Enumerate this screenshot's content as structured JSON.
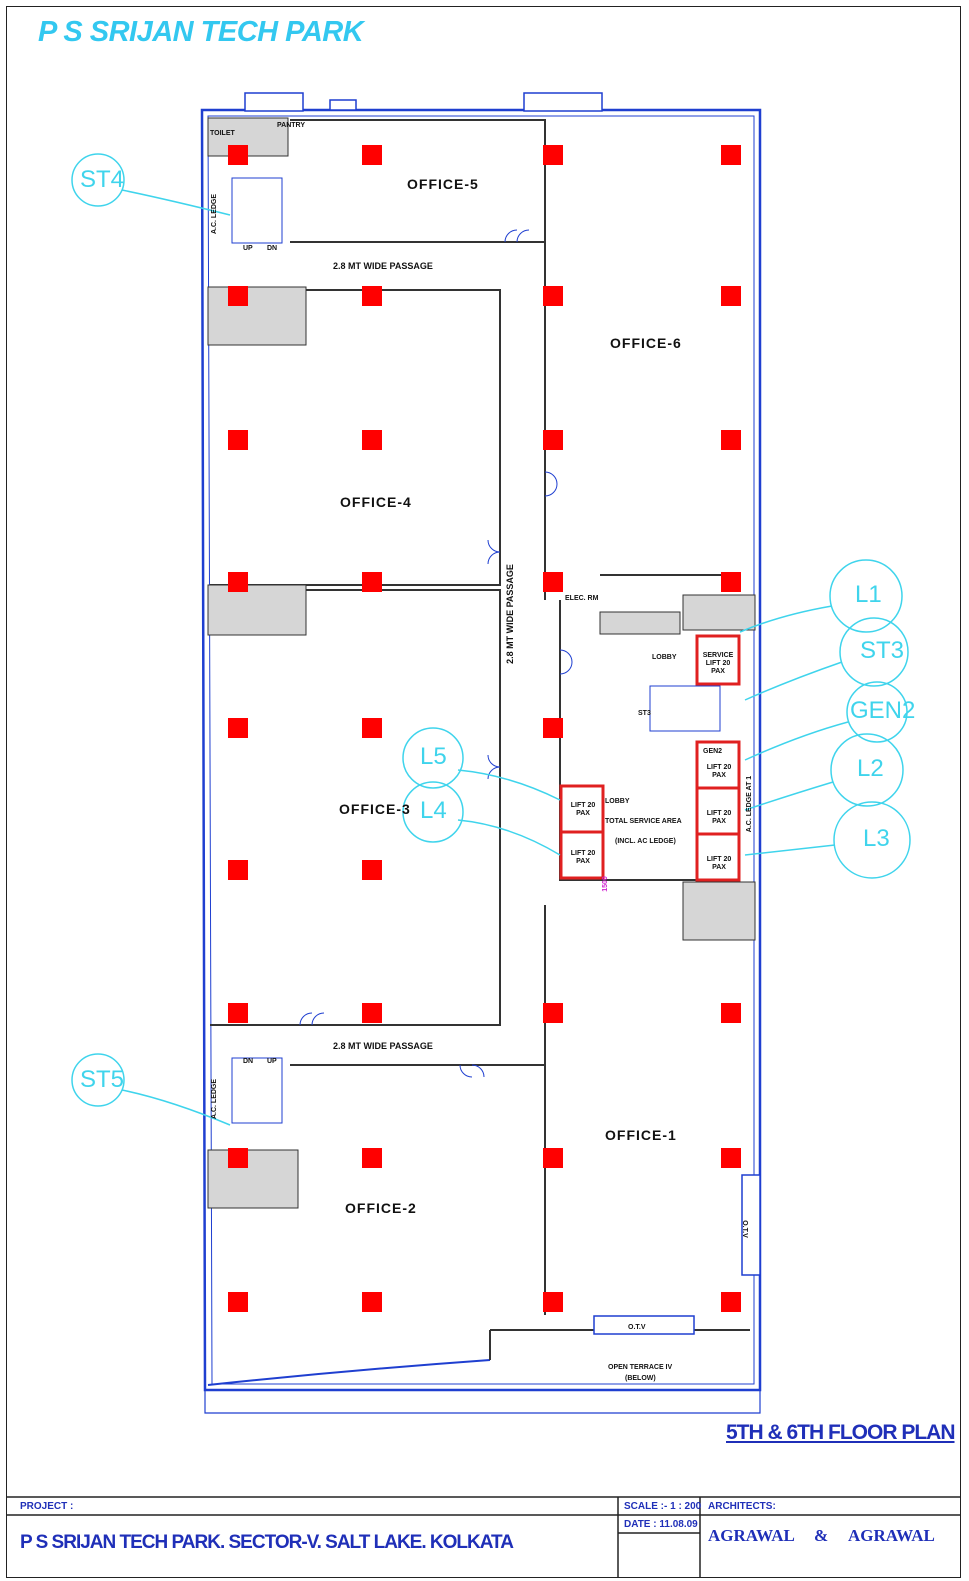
{
  "header": {
    "title": "P S SRIJAN TECH PARK"
  },
  "plan_title": "5TH  & 6TH FLOOR PLAN",
  "rooms": {
    "office_1": "OFFICE-1",
    "office_2": "OFFICE-2",
    "office_3": "OFFICE-3",
    "office_4": "OFFICE-4",
    "office_5": "OFFICE-5",
    "office_6": "OFFICE-6"
  },
  "passages": {
    "top": "2.8 MT WIDE PASSAGE",
    "bottom": "2.8 MT WIDE PASSAGE",
    "vertical": "2.8 MT WIDE PASSAGE"
  },
  "labels": {
    "toilet": "TOILET",
    "pantry": "PANTRY",
    "ac_ledge": "A.C. LEDGE",
    "up": "UP",
    "dn": "DN",
    "elec_rm": "ELEC. RM",
    "lobby_top": "LOBBY",
    "service_lift": "SERVICE LIFT 20 PAX",
    "st3": "ST3",
    "lobby_main_1": "LOBBY",
    "lobby_main_2": "TOTAL SERVICE AREA",
    "lobby_main_3": "(INCL. AC LEDGE)",
    "lift": "LIFT 20 PAX",
    "gen2": "GEN2",
    "ac_ledge_right": "A.C. LEDGE AT 1",
    "otv_right": "O.T.V",
    "otv_bottom": "O.T.V",
    "open_terrace_1": "OPEN TERRACE IV",
    "open_terrace_2": "(BELOW)",
    "dim_1500": "1500"
  },
  "tags": {
    "st4": "ST4",
    "st5": "ST5",
    "l1": "L1",
    "st3": "ST3",
    "gen2": "GEN2",
    "l2": "L2",
    "l3": "L3",
    "l4": "L4",
    "l5": "L5"
  },
  "title_block": {
    "project_label": "PROJECT :",
    "project": "P S SRIJAN TECH PARK.  SECTOR-V. SALT LAKE. KOLKATA",
    "scale": "SCALE :- 1 : 200",
    "date": "DATE : 11.08.09",
    "architects_label": "ARCHITECTS:",
    "architect_1": "AGRAWAL",
    "ampersand": "&",
    "architect_2": "AGRAWAL"
  },
  "colors": {
    "wall_blue": "#1f3fd0",
    "column_red": "#ff0000",
    "tag_cyan": "#3fd4ec",
    "lift_red": "#e02020"
  }
}
